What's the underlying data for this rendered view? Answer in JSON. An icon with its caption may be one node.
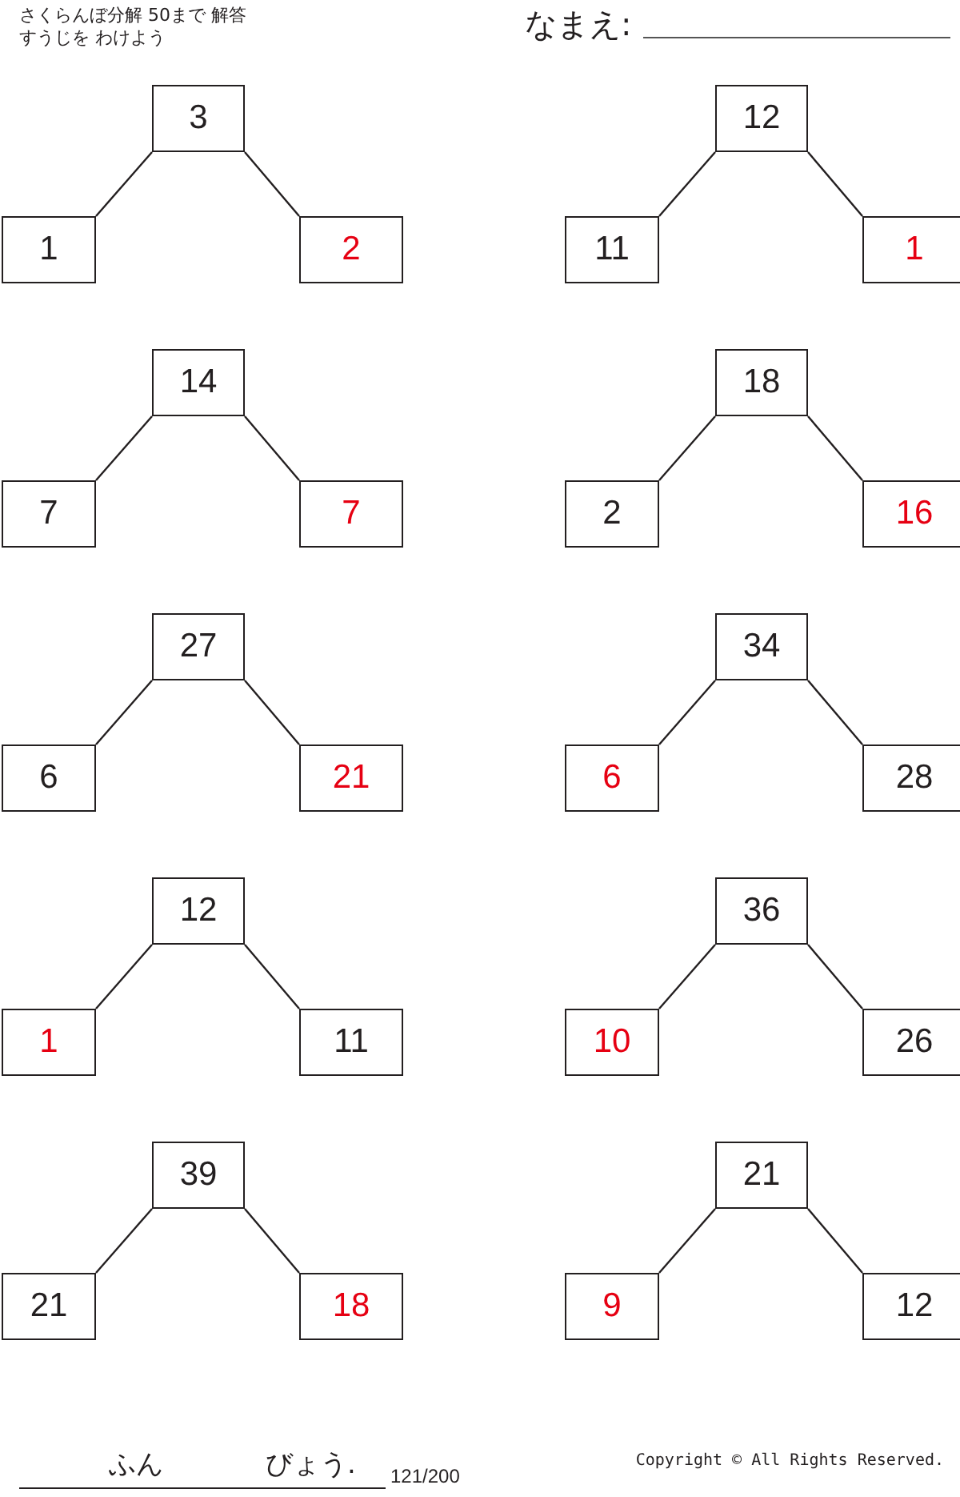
{
  "diagram": {
    "nodes": [
      {
        "text": [
          "3"
        ]
      },
      {
        "text": [
          "1"
        ]
      },
      {
        "text": [
          "2"
        ]
      },
      {
        "text": [
          "12"
        ]
      },
      {
        "text": [
          "11"
        ]
      },
      {
        "text": [
          "1"
        ]
      },
      {
        "text": [
          "14"
        ]
      },
      {
        "text": [
          "7"
        ]
      },
      {
        "text": [
          "7"
        ]
      },
      {
        "text": [
          "18"
        ]
      },
      {
        "text": [
          "2"
        ]
      },
      {
        "text": [
          "16"
        ]
      },
      {
        "text": [
          "27"
        ]
      },
      {
        "text": [
          "6"
        ]
      },
      {
        "text": [
          "21"
        ]
      },
      {
        "text": [
          "34"
        ]
      },
      {
        "text": [
          "6"
        ]
      },
      {
        "text": [
          "28"
        ]
      },
      {
        "text": [
          "12"
        ]
      },
      {
        "text": [
          "1"
        ]
      },
      {
        "text": [
          "11"
        ]
      },
      {
        "text": [
          "36"
        ]
      },
      {
        "text": [
          "10"
        ]
      },
      {
        "text": [
          "26"
        ]
      },
      {
        "text": [
          "39"
        ]
      },
      {
        "text": [
          "21"
        ]
      },
      {
        "text": [
          "18"
        ]
      },
      {
        "text": [
          "21"
        ]
      },
      {
        "text": [
          "9"
        ]
      },
      {
        "text": [
          "12"
        ]
      }
    ],
    "edges": [
      {
        "from": 0,
        "to": 1,
        "arrow": "none"
      },
      {
        "from": 0,
        "to": 2,
        "arrow": "none"
      },
      {
        "from": 3,
        "to": 4,
        "arrow": "none"
      },
      {
        "from": 3,
        "to": 5,
        "arrow": "none"
      },
      {
        "from": 6,
        "to": 7,
        "arrow": "none"
      },
      {
        "from": 6,
        "to": 8,
        "arrow": "none"
      },
      {
        "from": 9,
        "to": 10,
        "arrow": "none"
      },
      {
        "from": 9,
        "to": 11,
        "arrow": "none"
      },
      {
        "from": 12,
        "to": 13,
        "arrow": "none"
      },
      {
        "from": 12,
        "to": 14,
        "arrow": "none"
      },
      {
        "from": 15,
        "to": 16,
        "arrow": "none"
      },
      {
        "from": 15,
        "to": 17,
        "arrow": "none"
      },
      {
        "from": 18,
        "to": 19,
        "arrow": "none"
      },
      {
        "from": 18,
        "to": 20,
        "arrow": "none"
      },
      {
        "from": 21,
        "to": 22,
        "arrow": "none"
      },
      {
        "from": 21,
        "to": 23,
        "arrow": "none"
      },
      {
        "from": 24,
        "to": 25,
        "arrow": "none"
      },
      {
        "from": 24,
        "to": 26,
        "arrow": "none"
      },
      {
        "from": 27,
        "to": 28,
        "arrow": "none"
      },
      {
        "from": 27,
        "to": 29,
        "arrow": "none"
      }
    ],
    "labels": [
      "さくらんぼ分解 50まで 解答",
      "すうじを わけよう",
      "なまえ:",
      "ふん",
      "びょう.",
      "121/200",
      "Copyright © All Rights Reserved."
    ]
  }
}
